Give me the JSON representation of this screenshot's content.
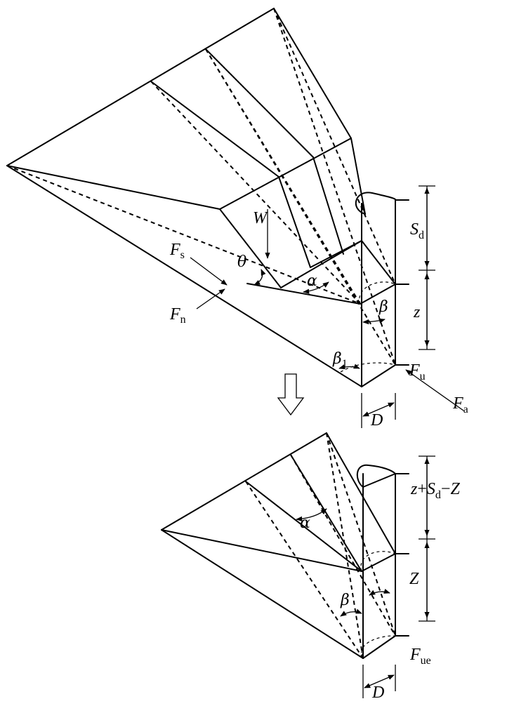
{
  "labels": {
    "W": "W",
    "F": "F",
    "s": "s",
    "n": "n",
    "u": "u",
    "a": "a",
    "ue": "ue",
    "S": "S",
    "d": "d",
    "z": "z",
    "Z": "Z",
    "D": "D",
    "theta": "θ",
    "alpha": "α",
    "beta": "β",
    "beta1_sub": "1",
    "plus": "+",
    "minus": "−"
  },
  "arrow_icon": "hollow-down-arrow-icon"
}
